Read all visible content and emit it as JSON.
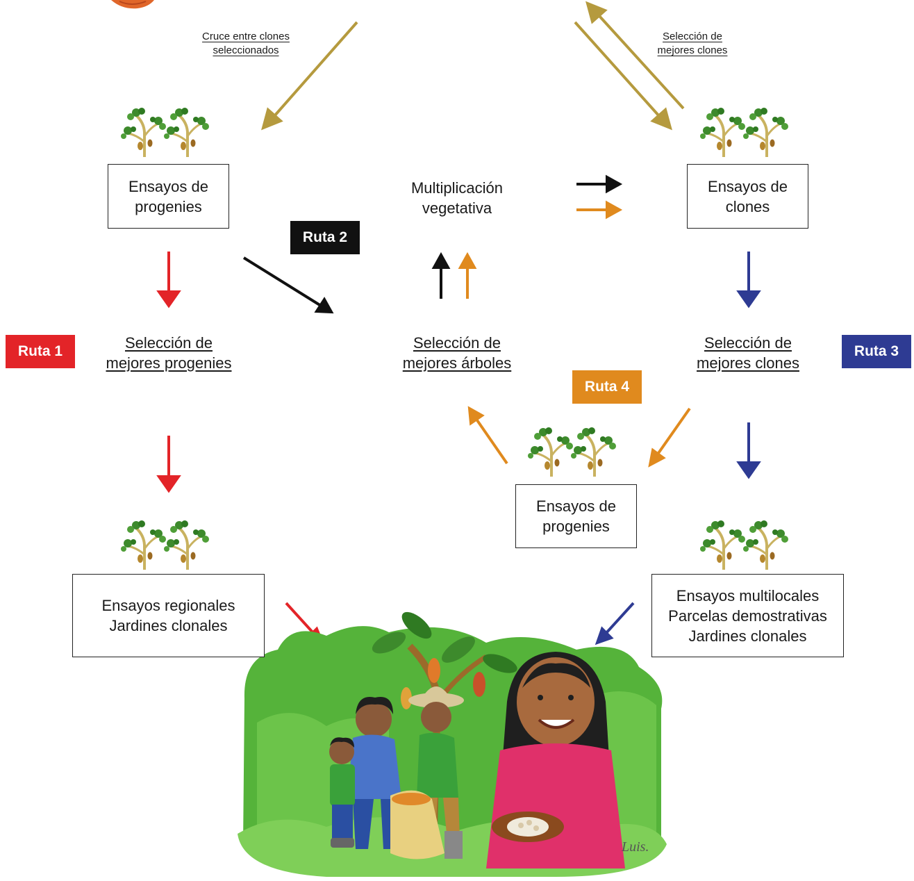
{
  "colors": {
    "gold": "#b59a3e",
    "red": "#e32428",
    "black": "#111111",
    "orange": "#e08a1e",
    "blue": "#2e3b93",
    "leaf_green": "#3d8a2c",
    "trunk": "#c9b260"
  },
  "edge_labels": {
    "cross": [
      "Cruce entre clones",
      "seleccionados"
    ],
    "select_clones": [
      "Selección de",
      "mejores clones"
    ]
  },
  "nodes": {
    "progeny_trials_top": [
      "Ensayos de",
      "progenies"
    ],
    "vegetative": [
      "Multiplicación",
      "vegetativa"
    ],
    "clone_trials": [
      "Ensayos de",
      "clones"
    ],
    "best_progenies": [
      "Selección de",
      "mejores progenies"
    ],
    "best_trees": [
      "Selección de",
      "mejores árboles"
    ],
    "best_clones": [
      "Selección de",
      "mejores clones"
    ],
    "progeny_trials_bottom": [
      "Ensayos de",
      "progenies"
    ],
    "regional": [
      "Ensayos regionales",
      "Jardines clonales"
    ],
    "multilocal": [
      "Ensayos multilocales",
      "Parcelas demostrativas",
      "Jardines clonales"
    ]
  },
  "routes": {
    "r1": "Ruta 1",
    "r2": "Ruta 2",
    "r3": "Ruta 3",
    "r4": "Ruta 4"
  },
  "icons": [
    "cacao-seedlings-icon",
    "cacao-pod-icon",
    "farmers-illustration"
  ],
  "signature": "Luis."
}
